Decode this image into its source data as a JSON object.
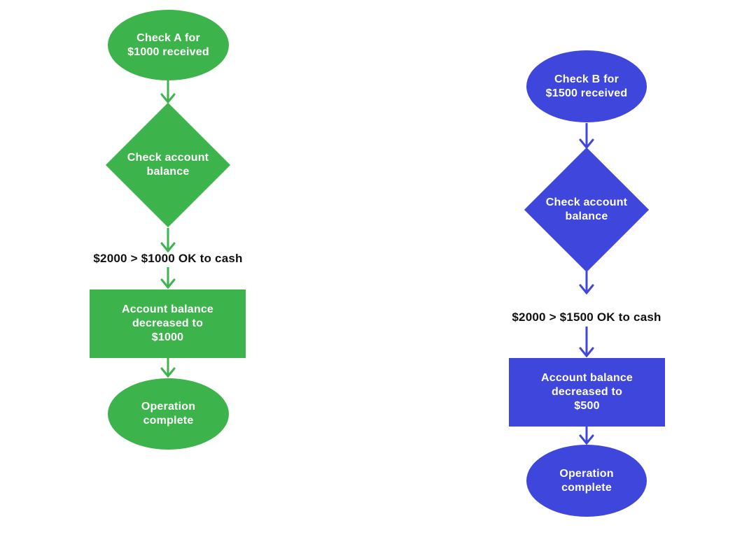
{
  "colors": {
    "flow_a_green": "#3CB44B",
    "flow_b_blue": "#3E46DC",
    "node_text": "#ffffff",
    "condition_text": "#111111",
    "background": "#ffffff"
  },
  "flows": [
    {
      "name": "check-a-flow",
      "color": "#3CB44B",
      "nodes": {
        "start": "Check A for\n$1000 received",
        "decision": "Check account\nbalance",
        "condition": "$2000 > $1000 OK to cash",
        "process": "Account balance\ndecreased to\n$1000",
        "end": "Operation\ncomplete"
      }
    },
    {
      "name": "check-b-flow",
      "color": "#3E46DC",
      "nodes": {
        "start": "Check B for\n$1500 received",
        "decision": "Check account\nbalance",
        "condition": "$2000 > $1500 OK to cash",
        "process": "Account balance\ndecreased to\n$500",
        "end": "Operation\ncomplete"
      }
    }
  ]
}
